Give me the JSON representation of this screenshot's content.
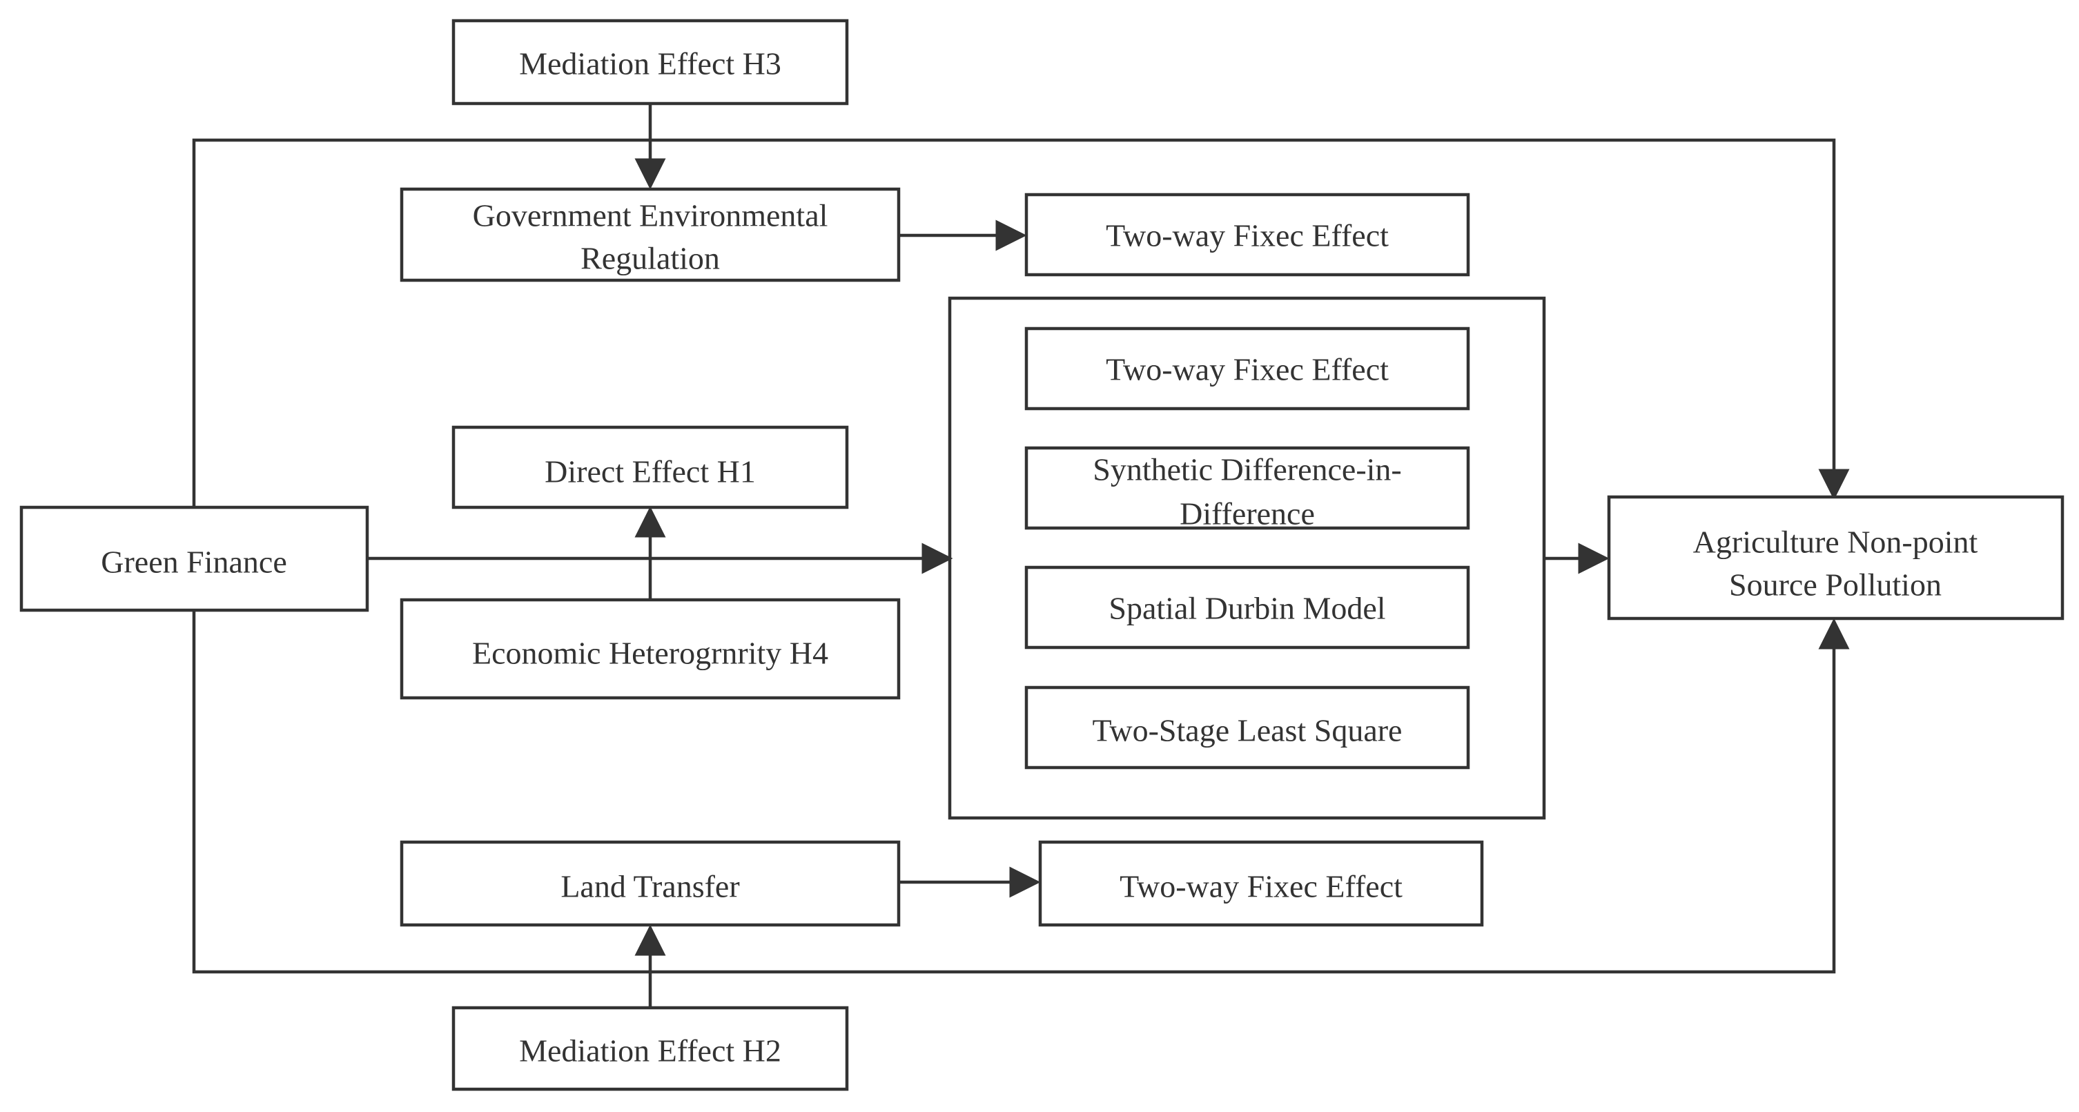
{
  "nodes": {
    "mediation_h3": "Mediation Effect H3",
    "gov_env_regulation": [
      "Government Environmental",
      "Regulation"
    ],
    "fixed_effect_top": "Two-way Fixec Effect",
    "direct_h1": "Direct Effect H1",
    "green_finance": "Green Finance",
    "economic_h4": "Economic Heterogrnrity H4",
    "fixed_effect_mid": "Two-way Fixec Effect",
    "synthetic_did": [
      "Synthetic Difference-in-",
      "Difference"
    ],
    "spatial_durbin": "Spatial Durbin Model",
    "two_stage_ls": "Two-Stage Least Square",
    "agri_pollution": [
      "Agriculture Non-point",
      "Source Pollution"
    ],
    "land_transfer": "Land Transfer",
    "fixed_effect_bottom": "Two-way Fixec Effect",
    "mediation_h2": "Mediation Effect H2"
  }
}
